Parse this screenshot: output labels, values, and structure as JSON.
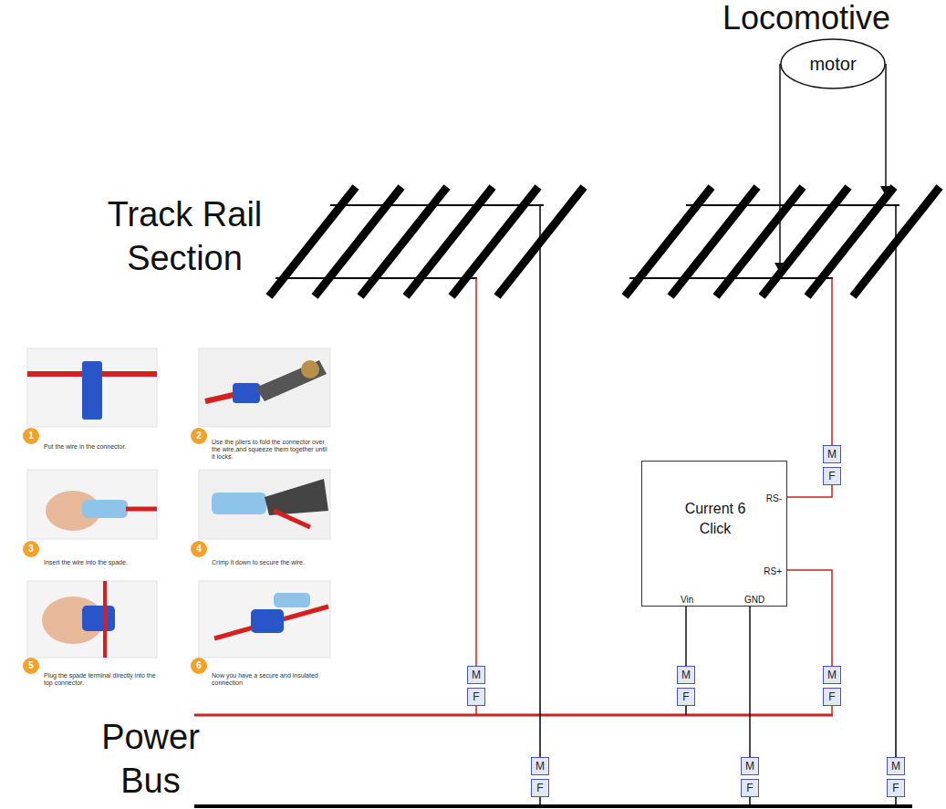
{
  "diagram": {
    "nodes": [
      {
        "text": [
          "motor"
        ]
      },
      {
        "text": [
          "M"
        ]
      },
      {
        "text": [
          "F"
        ]
      },
      {
        "text": [
          "Current 6 Click",
          "RS-",
          "RS+",
          "Vin",
          "GND"
        ]
      },
      {
        "text": [
          "M"
        ]
      },
      {
        "text": [
          "F"
        ]
      },
      {
        "text": [
          "M"
        ]
      },
      {
        "text": [
          "F"
        ]
      },
      {
        "text": [
          "M"
        ]
      },
      {
        "text": [
          "F"
        ]
      },
      {
        "text": [
          "M"
        ]
      },
      {
        "text": [
          "F"
        ]
      },
      {
        "text": [
          "M"
        ]
      },
      {
        "text": [
          "F"
        ]
      },
      {
        "text": [
          "M"
        ]
      },
      {
        "text": [
          "F"
        ]
      }
    ],
    "edges": [
      {
        "from": 3,
        "to": 2,
        "arrow": "none"
      },
      {
        "from": 3,
        "to": 8,
        "arrow": "none"
      },
      {
        "from": 3,
        "to": 6,
        "arrow": "none"
      },
      {
        "from": 3,
        "to": 12,
        "arrow": "none"
      }
    ],
    "labels": [
      "Locomotive",
      "Track Rail Section",
      "Power Bus",
      "1",
      "2",
      "3",
      "4",
      "5",
      "6",
      "Put the wire in the connector.",
      "Use the pliers to fold the connector over the wire,and squeeze them together until it locks.",
      "Insert the wire into the spade.",
      "Crimp it down to secure the wire.",
      "Plug the spade terminal directly into the top connector.",
      "Now you have a secure and insulated connection"
    ]
  }
}
